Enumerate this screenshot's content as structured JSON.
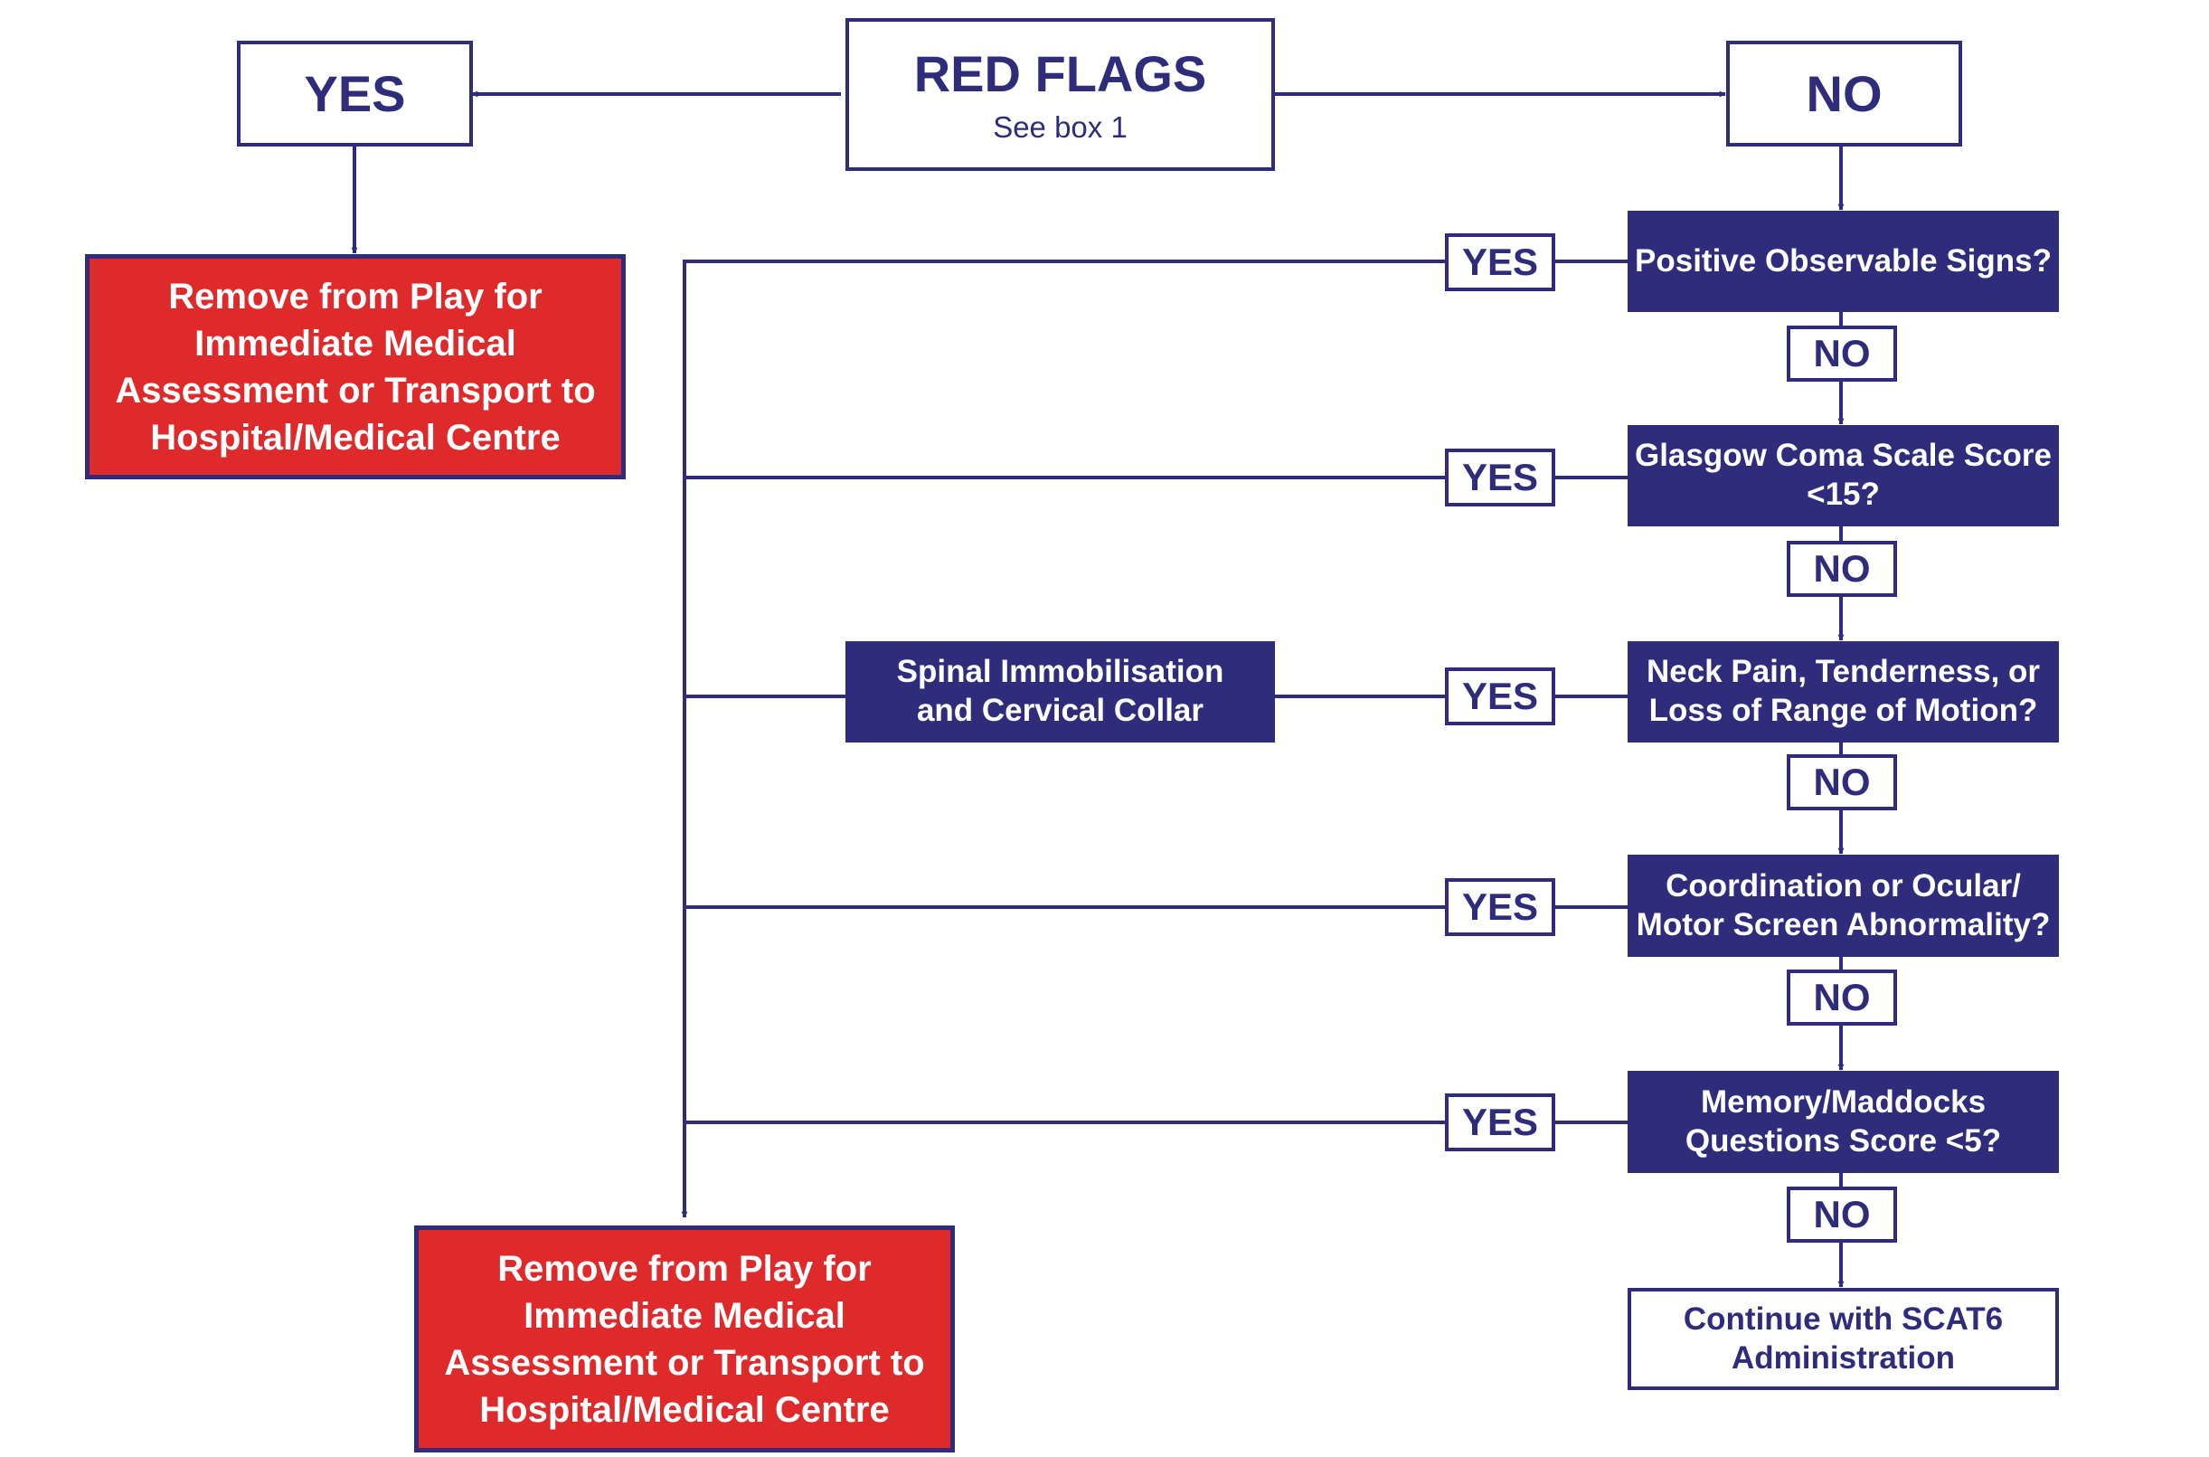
{
  "colors": {
    "navy": "#2f2c7c",
    "red": "#df2a2c",
    "white": "#ffffff"
  },
  "start": {
    "title": "RED FLAGS",
    "subtitle": "See box 1"
  },
  "top_yes": "YES",
  "top_no": "NO",
  "remove_from_play": "Remove from Play for Immediate Medical Assessment or Transport to Hospital/Medical Centre",
  "questions": [
    "Positive Observable Signs?",
    "Glasgow Coma Scale Score <15?",
    "Neck Pain, Tenderness, or Loss of Range of Motion?",
    "Coordination or Ocular/ Motor Screen Abnormality?",
    "Memory/Maddocks Questions Score <5?"
  ],
  "yes_label": "YES",
  "no_label": "NO",
  "spinal": "Spinal Immobilisation and Cervical Collar",
  "continue": "Continue with SCAT6 Administration"
}
